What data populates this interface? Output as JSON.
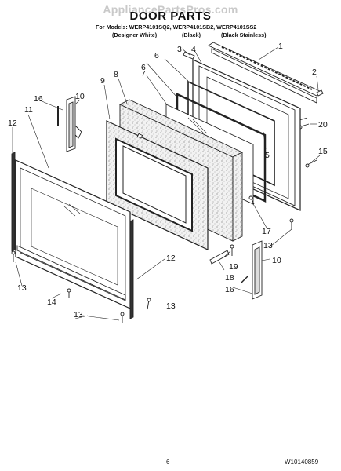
{
  "header": {
    "watermark": "AppliancePartsPros.com",
    "title": "DOOR PARTS",
    "models_line": "For Models: WERP4101SQ2, WERP4101SB2, WERP4101SS2",
    "variants": [
      "(Designer White)",
      "(Black)",
      "(Black Stainless)"
    ]
  },
  "callouts": [
    "1",
    "2",
    "3",
    "4",
    "5",
    "6",
    "6",
    "7",
    "8",
    "9",
    "10",
    "10",
    "11",
    "12",
    "12",
    "13",
    "13",
    "13",
    "13",
    "14",
    "15",
    "16",
    "16",
    "17",
    "18",
    "19",
    "20"
  ],
  "footer": {
    "page_number": "6",
    "document_number": "W10140859"
  }
}
